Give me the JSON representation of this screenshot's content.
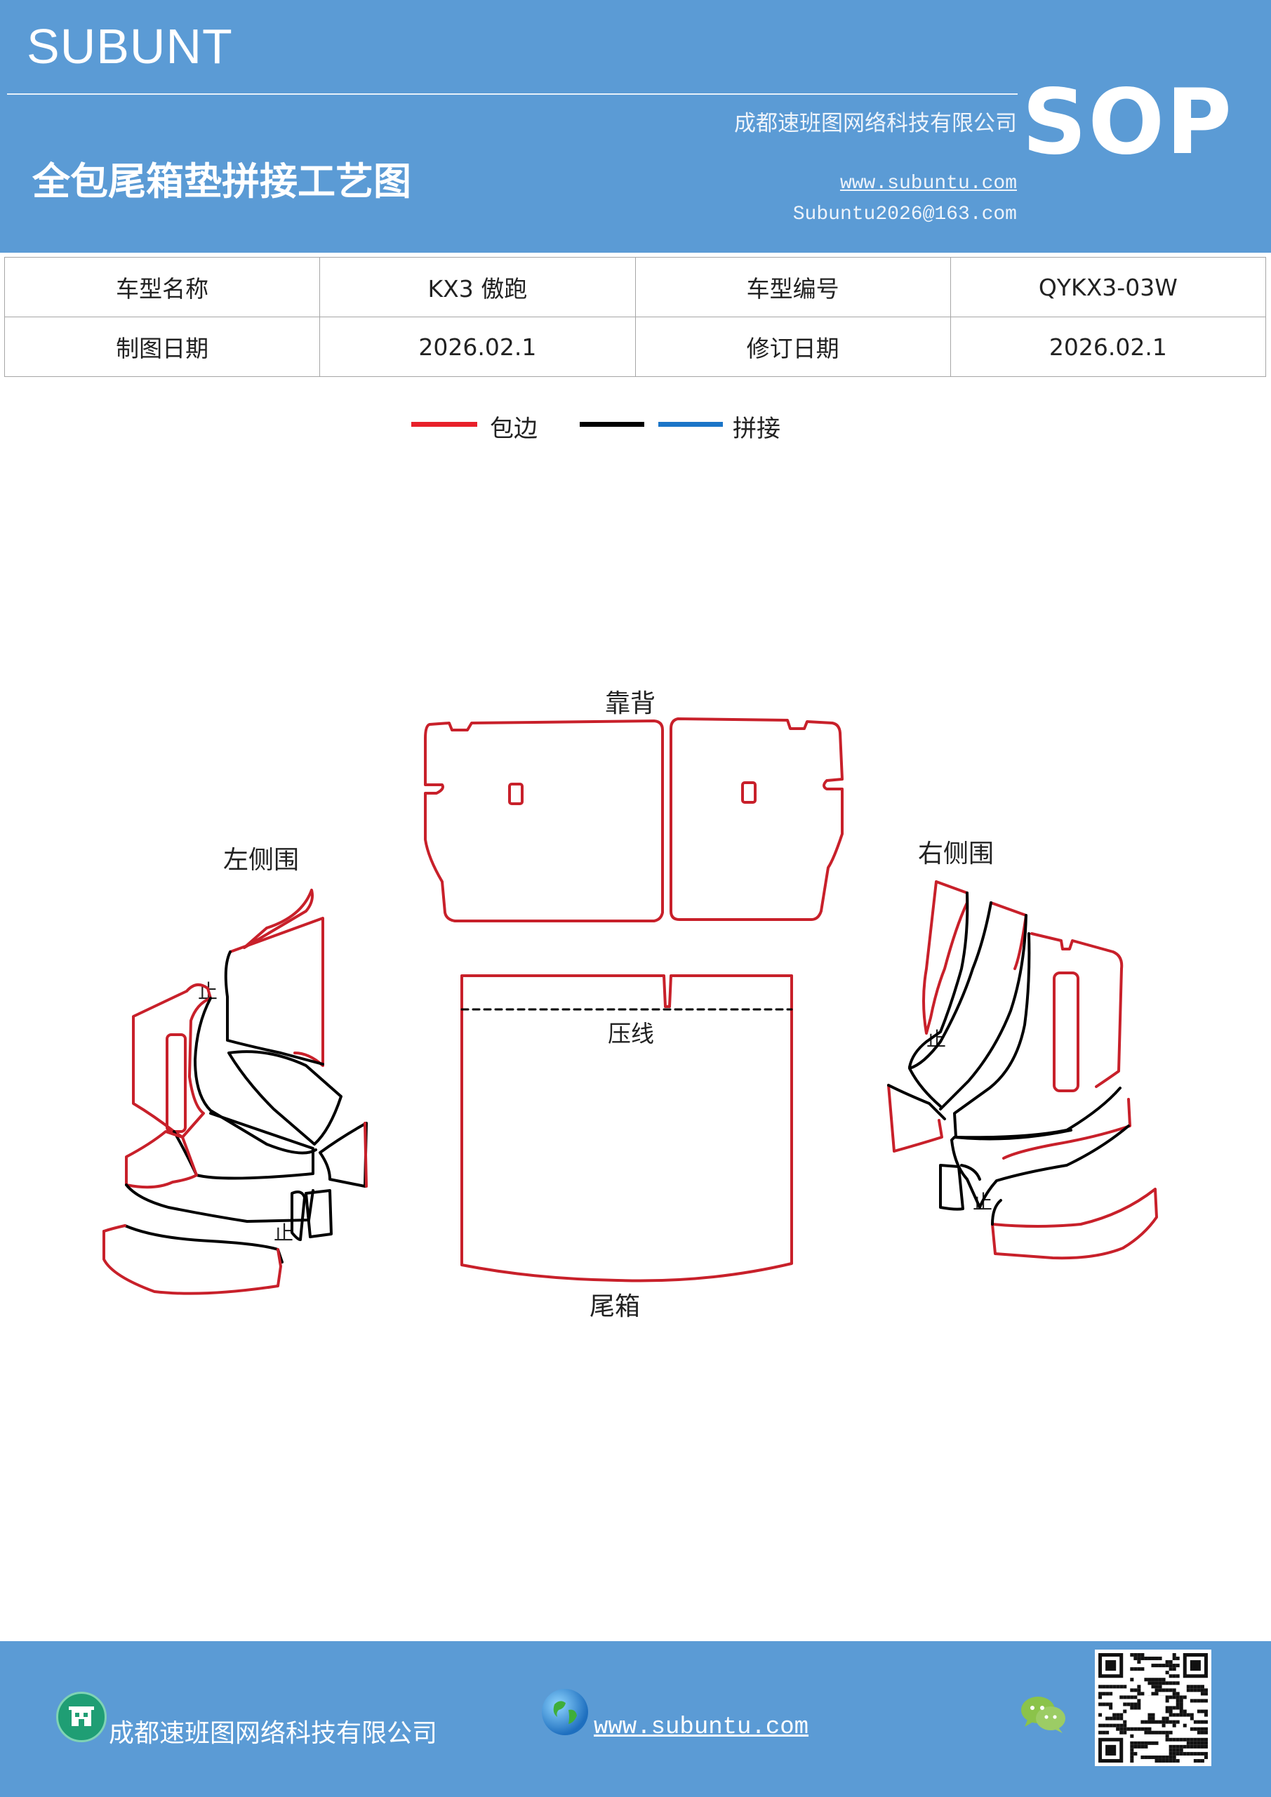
{
  "header": {
    "brand": "SUBUNT",
    "badge": "SOP",
    "company": "成都速班图网络科技有限公司",
    "title": "全包尾箱垫拼接工艺图",
    "website": "www.subuntu.com",
    "email": "Subuntu2026@163.com"
  },
  "info_table": {
    "row1": {
      "label1": "车型名称",
      "value1": "KX3 傲跑",
      "label2": "车型编号",
      "value2": "QYKX3-03W"
    },
    "row2": {
      "label1": "制图日期",
      "value1": "2026.02.1",
      "label2": "修订日期",
      "value2": "2026.02.1"
    }
  },
  "legend": {
    "hem_label": "包边",
    "splice_label": "拼接",
    "colors": {
      "hem": "#e8202a",
      "black": "#000000",
      "blue": "#1b75c8"
    }
  },
  "diagram": {
    "backrest": "靠背",
    "left_side": "左侧围",
    "right_side": "右侧围",
    "trunk": "尾箱",
    "crease": "压线",
    "stop_mark": "止"
  },
  "footer": {
    "company": "成都速班图网络科技有限公司",
    "website": "www.subuntu.com"
  },
  "colors": {
    "header_bg": "#5b9bd5",
    "outline_red": "#c8202a"
  }
}
